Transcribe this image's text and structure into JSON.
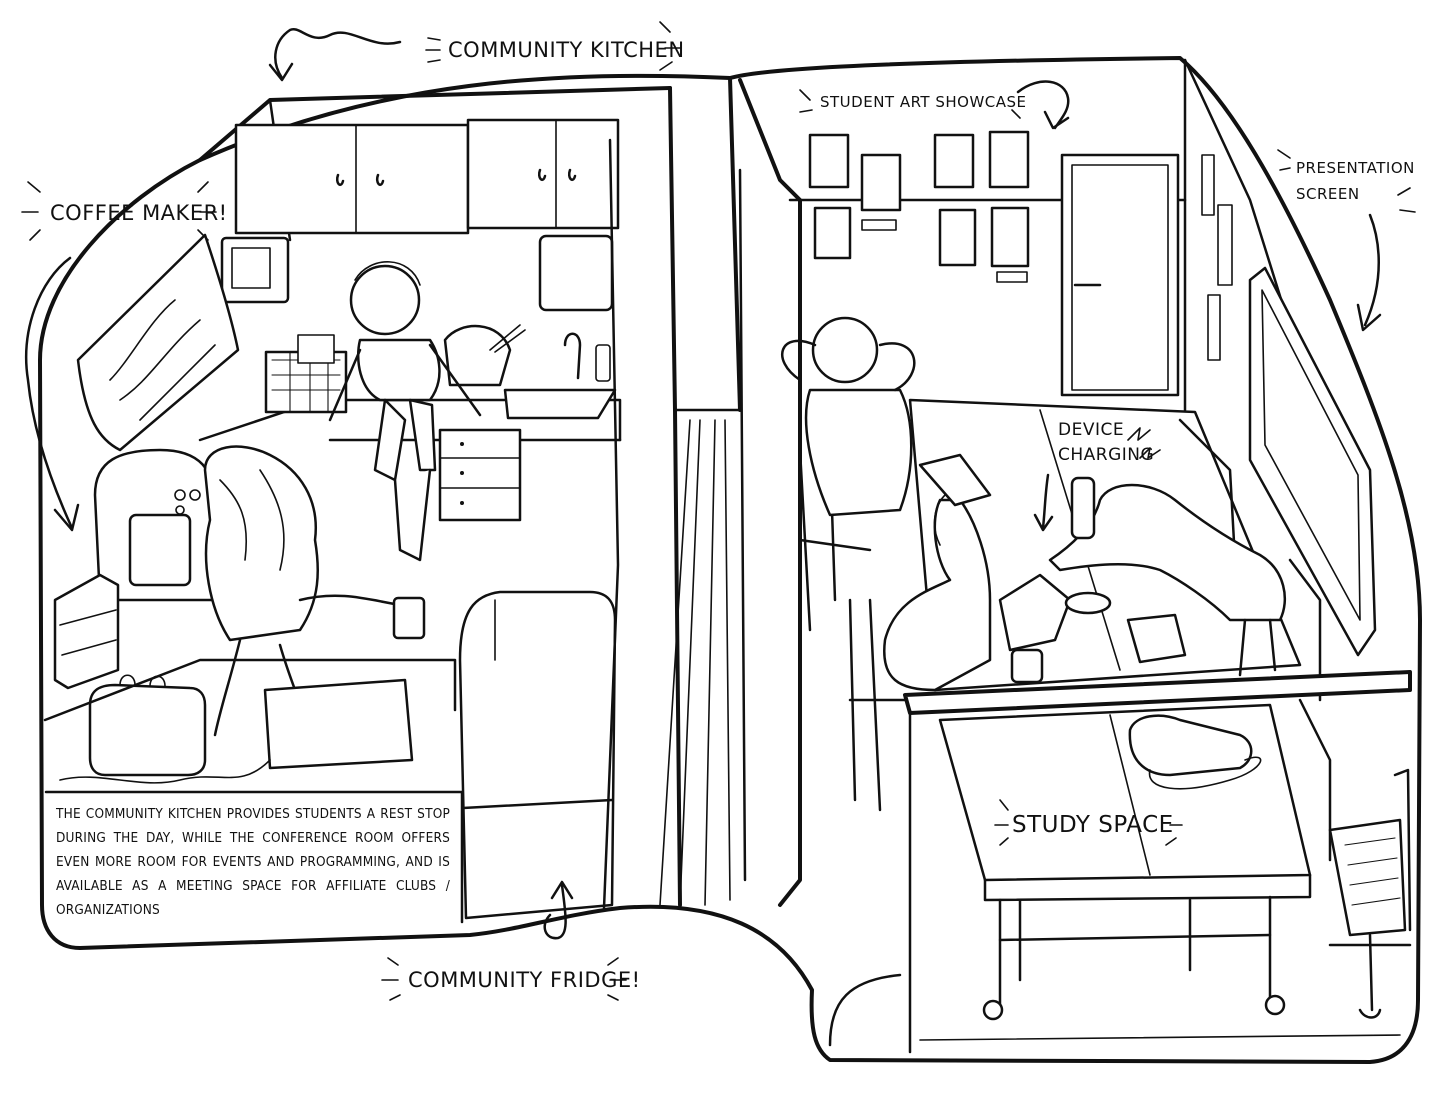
{
  "labels": {
    "community_kitchen": "COMMUNITY KITCHEN",
    "coffee_maker": "COFFEE MAKER!",
    "student_art_showcase": "STUDENT ART SHOWCASE",
    "presentation_screen_line1": "PRESENTATION",
    "presentation_screen_line2": "SCREEN",
    "device_charging_line1": "DEVICE",
    "device_charging_line2": "CHARGING",
    "study_space": "STUDY SPACE",
    "community_fridge": "COMMUNITY FRIDGE!"
  },
  "caption": "THE COMMUNITY KITCHEN PROVIDES STUDENTS A REST STOP DURING THE DAY, WHILE THE CONFERENCE ROOM OFFERS EVEN MORE ROOM FOR EVENTS AND PROGRAMMING, AND IS AVAILABLE AS A MEETING SPACE FOR AFFILIATE CLUBS / ORGANIZATIONS",
  "style": {
    "ink": "#111111",
    "paper": "#ffffff"
  }
}
